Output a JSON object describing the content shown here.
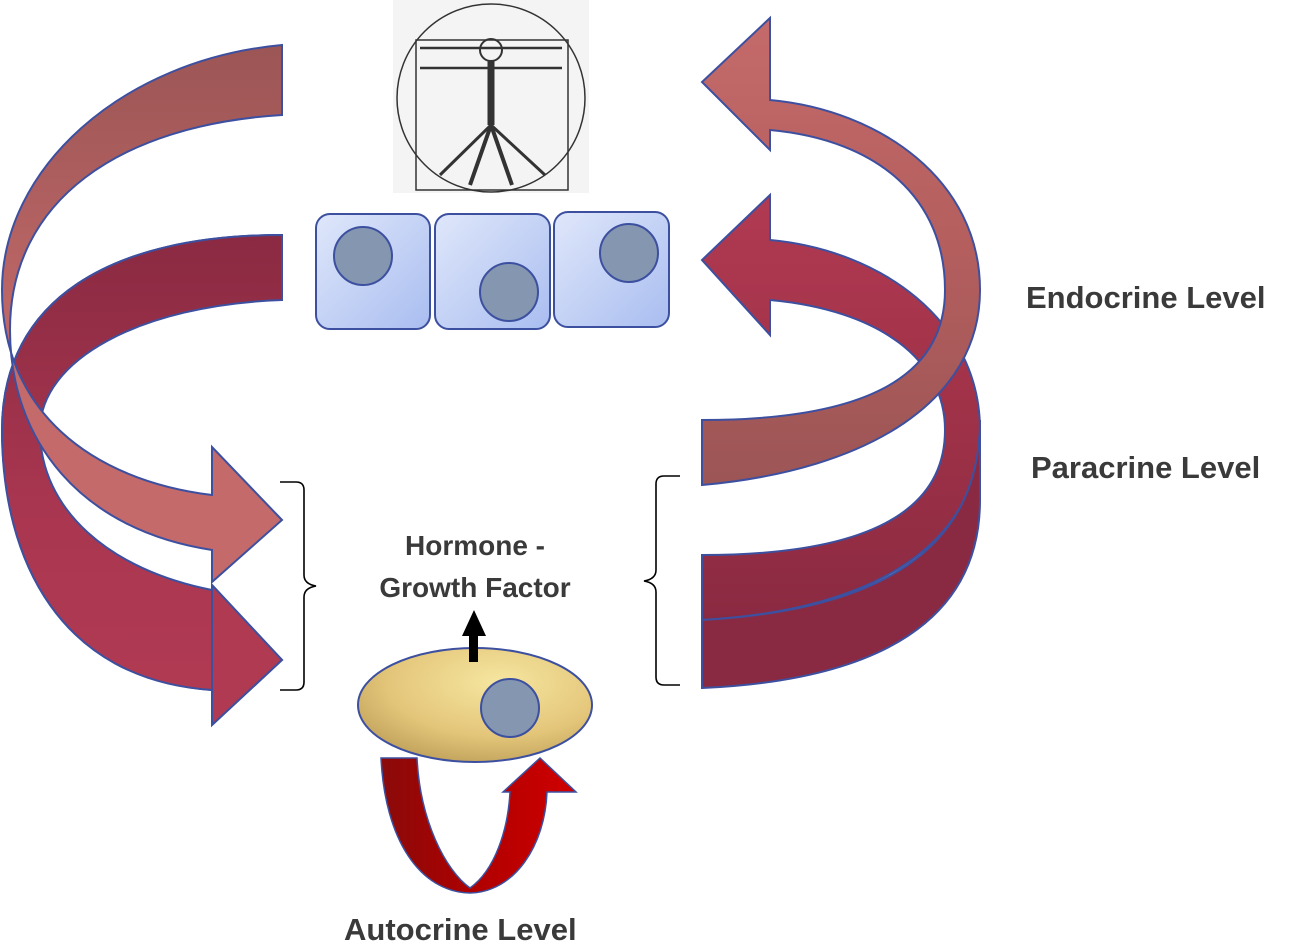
{
  "levels": {
    "endocrine": "Endocrine Level",
    "paracrine": "Paracrine Level",
    "autocrine": "Autocrine Level"
  },
  "signal": {
    "line1": "Hormone -",
    "line2": "Growth Factor"
  },
  "colors": {
    "endocrine_arrow_light": "#c46a6a",
    "endocrine_arrow_dark": "#9c5555",
    "paracrine_arrow_light": "#b03a52",
    "paracrine_arrow_dark": "#8a2a42",
    "autocrine_arrow": "#c00000",
    "cell_fill": "#c9d6f5",
    "nucleus_fill": "#8496b0",
    "secreting_cell_fill": "#e6cc82",
    "outline": "#3d50a0"
  },
  "icons": [
    "vitruvian-man-icon",
    "epithelial-cells-icon",
    "secreting-cell-icon",
    "secretion-arrow-icon"
  ]
}
